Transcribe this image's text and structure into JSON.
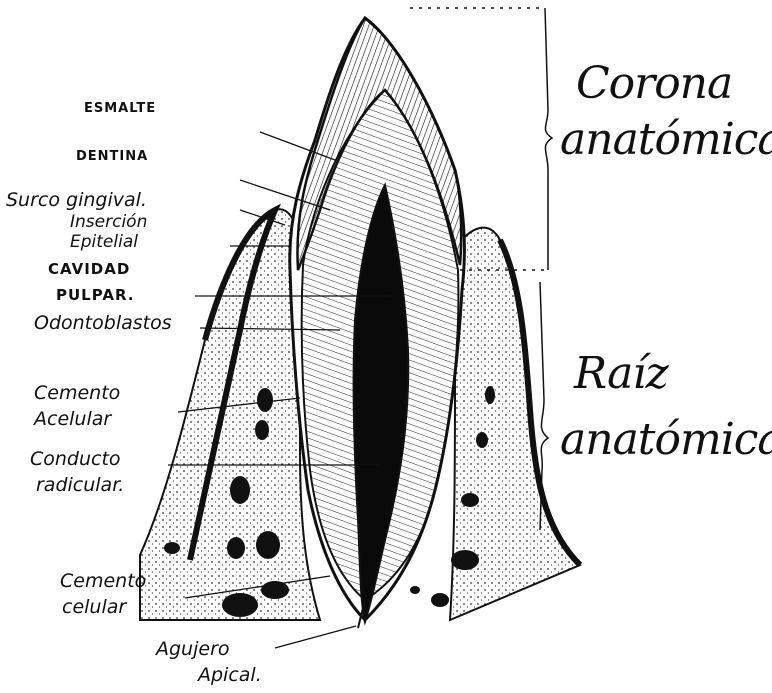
{
  "labels": {
    "esmalte": "ESMALTE",
    "dentina": "DENTINA",
    "surco_gingival": "Surco gingival.",
    "insercion_1": "Inserción",
    "insercion_2": "Epitelial",
    "cavidad_1": "CAVIDAD",
    "cavidad_2": "PULPAR.",
    "odontoblastos": "Odontoblastos",
    "cemento_acelular_1": "Cemento",
    "cemento_acelular_2": "Acelular",
    "conducto_1": "Conducto",
    "conducto_2": "radicular.",
    "cemento_celular_1": "Cemento",
    "cemento_celular_2": "celular",
    "agujero_1": "Agujero",
    "agujero_2": "Apical."
  },
  "regions": {
    "corona_1": "Corona",
    "corona_2": "anatómica.",
    "raiz_1": "Raíz",
    "raiz_2": "anatómica."
  }
}
